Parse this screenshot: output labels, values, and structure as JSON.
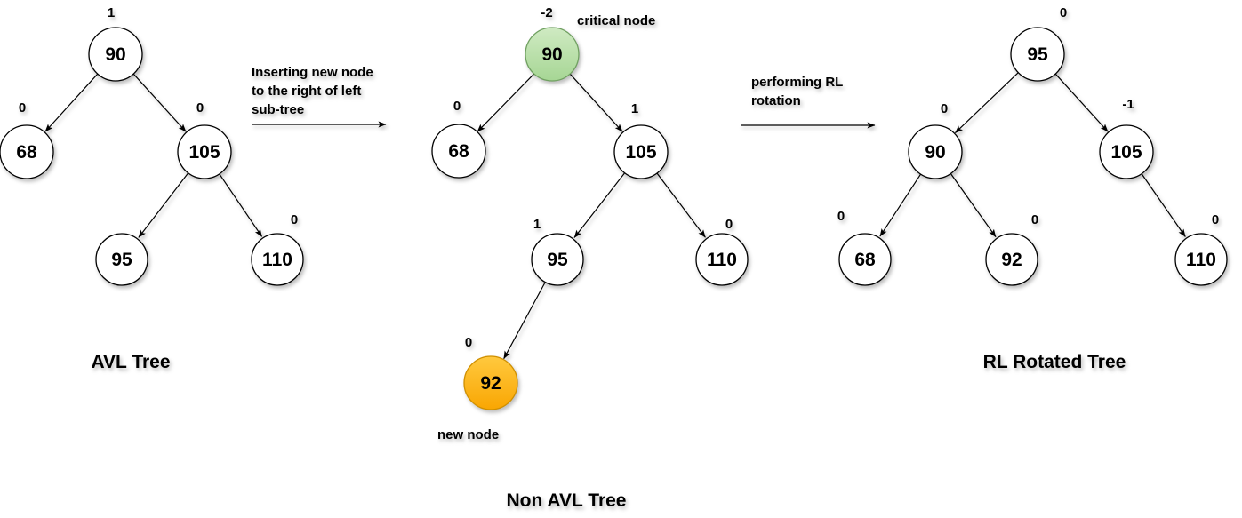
{
  "diagram": {
    "trees": [
      {
        "title": "AVL Tree",
        "nodes": {
          "n90": {
            "value": "90",
            "bf": "1"
          },
          "n68": {
            "value": "68",
            "bf": "0"
          },
          "n105": {
            "value": "105",
            "bf": "0"
          },
          "n95": {
            "value": "95"
          },
          "n110": {
            "value": "110",
            "bf": "0"
          }
        }
      },
      {
        "title": "Non AVL Tree",
        "critical_label": "critical node",
        "new_label": "new node",
        "nodes": {
          "n90": {
            "value": "90",
            "bf": "-2"
          },
          "n68": {
            "value": "68",
            "bf": "0"
          },
          "n105": {
            "value": "105",
            "bf": "1"
          },
          "n95": {
            "value": "95",
            "bf": "1"
          },
          "n110": {
            "value": "110",
            "bf": "0"
          },
          "n92": {
            "value": "92",
            "bf": "0"
          }
        }
      },
      {
        "title": "RL Rotated Tree",
        "nodes": {
          "n95": {
            "value": "95",
            "bf": "0"
          },
          "n90": {
            "value": "90",
            "bf": "0"
          },
          "n105": {
            "value": "105",
            "bf": "-1"
          },
          "n68": {
            "value": "68",
            "bf": "0"
          },
          "n92": {
            "value": "92",
            "bf": "0"
          },
          "n110": {
            "value": "110",
            "bf": "0"
          }
        }
      }
    ],
    "transitions": [
      {
        "lines": [
          "Inserting new node",
          "to the right of left",
          "sub-tree"
        ]
      },
      {
        "lines": [
          "performing RL",
          "rotation"
        ]
      }
    ],
    "colors": {
      "node_fill": "#ffffff",
      "node_stroke": "#000000",
      "edge": "#000000",
      "text": "#000000",
      "critical_fill_top": "#cfeac2",
      "critical_fill_bottom": "#a6d694",
      "critical_stroke": "#70a061",
      "new_fill_top": "#ffc93f",
      "new_fill_bottom": "#f9a602",
      "new_stroke": "#cf8f00"
    }
  }
}
